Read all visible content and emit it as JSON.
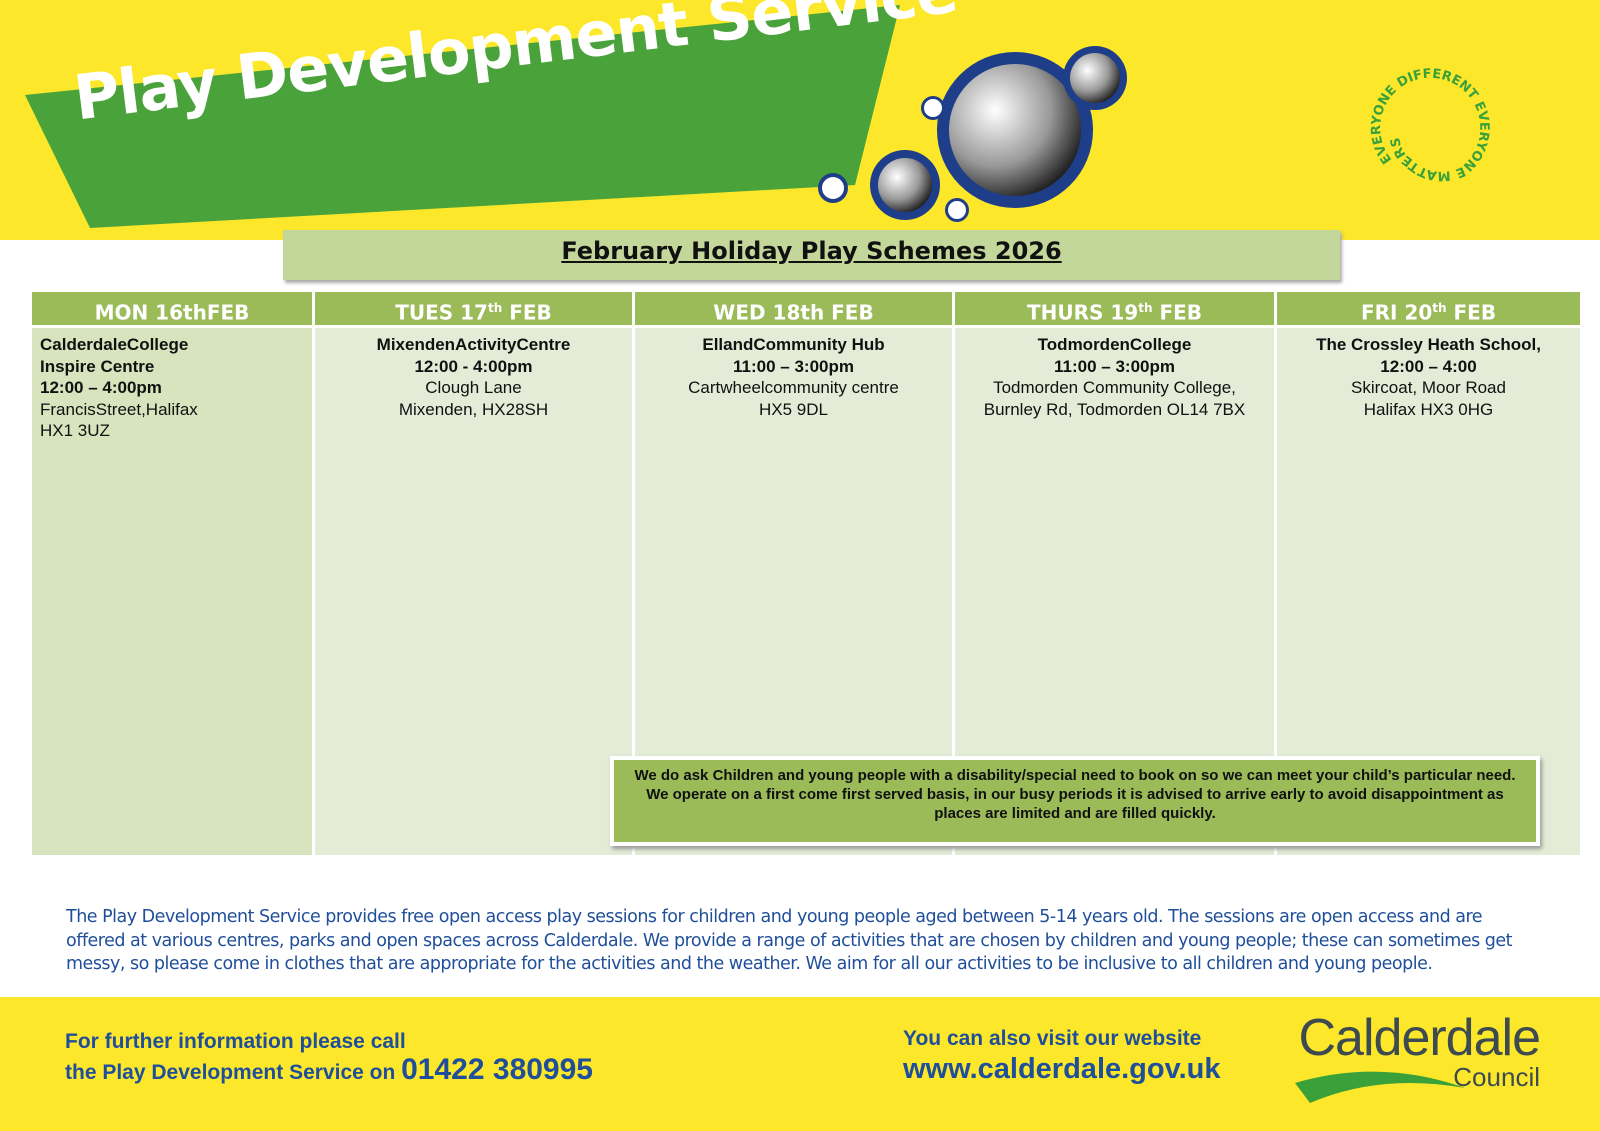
{
  "header": {
    "title": "Play Development Service",
    "motto": "EVERYONE DIFFERENT EVERYONE MATTERS"
  },
  "subtitle": "February Holiday Play Schemes 2026",
  "days": [
    {
      "day": "MON 16th",
      "sup": "",
      "suffix": "FEB",
      "lines": [
        {
          "t": "CalderdaleCollege",
          "b": true
        },
        {
          "t": "Inspire Centre",
          "b": true
        },
        {
          "t": "12:00 – 4:00pm",
          "b": true
        },
        {
          "t": "FrancisStreet,Halifax",
          "b": false
        },
        {
          "t": "HX1 3UZ",
          "b": false
        }
      ]
    },
    {
      "day": "TUES 17",
      "sup": "th",
      "suffix": " FEB",
      "lines": [
        {
          "t": "MixendenActivityCentre",
          "b": true
        },
        {
          "t": "12:00 - 4:00pm",
          "b": true
        },
        {
          "t": "Clough Lane",
          "b": false
        },
        {
          "t": "Mixenden, HX28SH",
          "b": false
        }
      ]
    },
    {
      "day": "WED 18th FEB",
      "sup": "",
      "suffix": "",
      "lines": [
        {
          "t": "EllandCommunity Hub",
          "b": true
        },
        {
          "t": "11:00 – 3:00pm",
          "b": true
        },
        {
          "t": "Cartwheelcommunity centre",
          "b": false
        },
        {
          "t": "HX5 9DL",
          "b": false
        }
      ]
    },
    {
      "day": "THURS 19",
      "sup": "th",
      "suffix": " FEB",
      "lines": [
        {
          "t": "TodmordenCollege",
          "b": true
        },
        {
          "t": "11:00 – 3:00pm",
          "b": true
        },
        {
          "t": "Todmorden Community College,",
          "b": false
        },
        {
          "t": "Burnley Rd, Todmorden OL14 7BX",
          "b": false
        }
      ]
    },
    {
      "day": "FRI 20",
      "sup": "th",
      "suffix": " FEB",
      "lines": [
        {
          "t": "The Crossley Heath School,",
          "b": true
        },
        {
          "t": "12:00 – 4:00",
          "b": true
        },
        {
          "t": "Skircoat, Moor Road",
          "b": false
        },
        {
          "t": "Halifax HX3 0HG",
          "b": false
        }
      ]
    }
  ],
  "notice": "We do ask Children and young people with a disability/special need to book on so we can meet your child’s particular need. We operate on a first come first served basis, in our busy periods it is advised to arrive early to avoid disappointment as places are limited and are filled quickly.",
  "description": "The Play Development Service provides free open access play sessions for children and young people aged between 5-14 years old. The sessions are open access and are offered at various centres, parks and open spaces across Calderdale. We provide a range of activities that are chosen by children and young people; these can sometimes get messy, so please come in clothes that are appropriate for the activities and the weather. We aim for all our activities to be inclusive to all children and young people.",
  "footer": {
    "call_line1": "For further information please call",
    "call_line2": "the Play Development Service on ",
    "phone": "01422 380995",
    "web_line": "You can also visit our website",
    "url": "www.calderdale.gov.uk",
    "logo_name": "Calderdale",
    "logo_sub": "Council"
  }
}
